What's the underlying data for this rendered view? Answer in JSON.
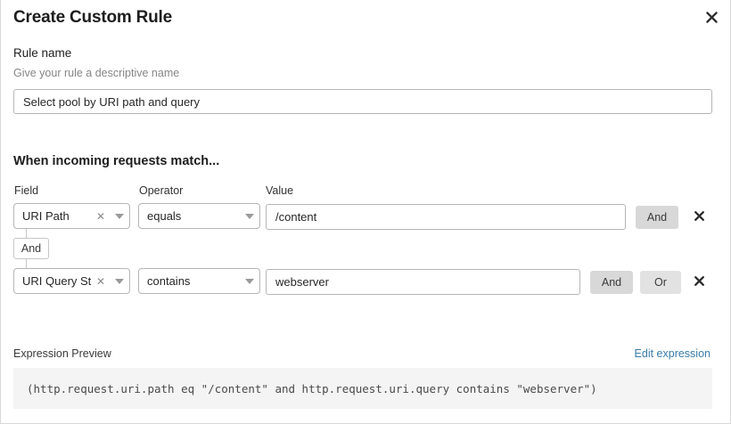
{
  "modal": {
    "title": "Create Custom Rule",
    "close_icon": "close-icon"
  },
  "rule_name": {
    "label": "Rule name",
    "help": "Give your rule a descriptive name",
    "value": "Select pool by URI path and query",
    "placeholder": "Select pool by URI path and query"
  },
  "match_section": {
    "heading": "When incoming requests match...",
    "columns": {
      "field": "Field",
      "operator": "Operator",
      "value": "Value"
    },
    "connector_label": "And",
    "rows": [
      {
        "field": "URI Path",
        "field_clear_icon": "clear-icon",
        "operator": "equals",
        "value": "/content",
        "buttons": [
          "And"
        ],
        "delete_icon": "close-icon"
      },
      {
        "field": "URI Query St...",
        "field_clear_icon": "clear-icon",
        "operator": "contains",
        "value": "webserver",
        "buttons": [
          "And",
          "Or"
        ],
        "delete_icon": "close-icon"
      }
    ]
  },
  "expression_preview": {
    "label": "Expression Preview",
    "edit_link": "Edit expression",
    "expression": "(http.request.uri.path eq \"/content\" and http.request.uri.query contains \"webserver\")"
  },
  "colors": {
    "link": "#3a7ca8",
    "button_bg": "#d8d8d8",
    "preview_bg": "#f4f4f4",
    "border": "#b6b6b6"
  }
}
